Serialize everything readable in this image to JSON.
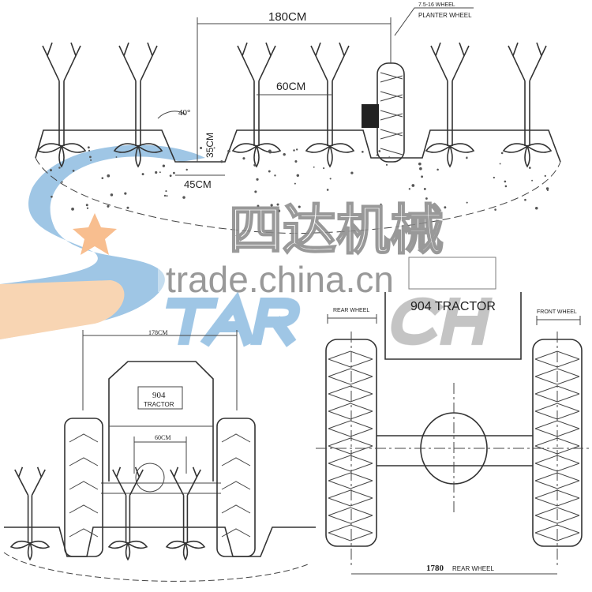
{
  "top_view": {
    "row_width": "180CM",
    "wheel_size": "7.5-16 WHEEL",
    "wheel_name": "PLANTER WHEEL",
    "plant_spacing": "60CM",
    "ridge_angle": "40°",
    "furrow_depth": "35CM",
    "furrow_width": "45CM"
  },
  "front_view": {
    "track_width": "178CM",
    "model": "904",
    "model_label": "TRACTOR",
    "plant_spacing": "60CM"
  },
  "plan_view": {
    "rear_wheel_label": "REAR WHEEL",
    "tractor_label": "904 TRACTOR",
    "front_wheel_label": "FRONT WHEEL",
    "wheelbase": "1780",
    "wheelbase_label": "REAR WHEEL"
  },
  "watermark": {
    "brand_cn": "四达机械",
    "site": "trade.china.cn",
    "logo_text": "STAR CH",
    "colors": {
      "blue": "#7fb3dd",
      "orange": "#f6c79a",
      "gray": "#b0b0b0"
    }
  }
}
